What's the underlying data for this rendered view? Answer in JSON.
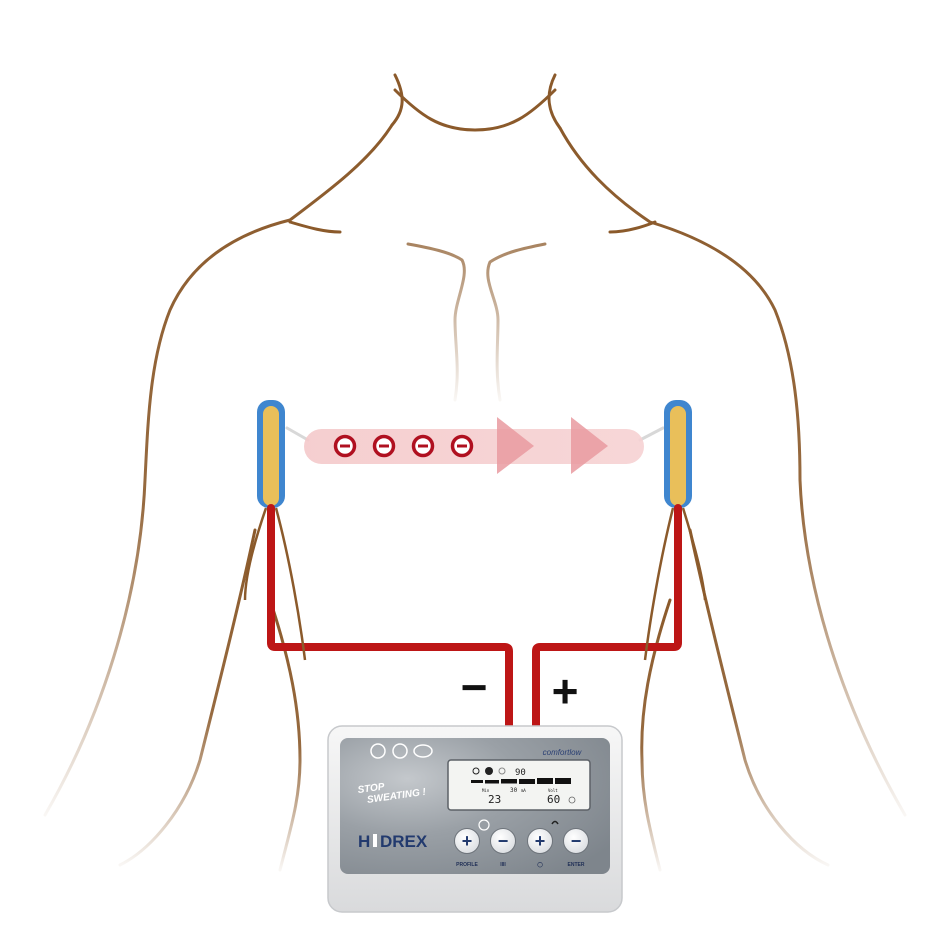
{
  "colors": {
    "body_outline": "#8B5A2B",
    "electrode_fill": "#E9BF5A",
    "electrode_border": "#3F86CF",
    "cable": "#BD1616",
    "ion_band": "#F4C9CA",
    "arrow": "#E99AA0",
    "ion_ring": "#B01020",
    "device_face": "#8E949B",
    "polarity": "#111111"
  },
  "polarity": {
    "negative": "−",
    "positive": "+"
  },
  "device": {
    "brand_prefix": "H",
    "brand_suffix": "DREX",
    "model": "comfortlow",
    "slogan_line1": "STOP",
    "slogan_line2": "SWEATING !",
    "lcd": {
      "top_value": "90",
      "current_label": "30",
      "current_unit": "mA",
      "left_small": "Min",
      "left_value": "23",
      "right_small": "Volt",
      "right_value": "60"
    },
    "buttons": {
      "plus1": "+",
      "minus1": "−",
      "plus2": "+",
      "minus2": "−"
    },
    "button_labels": {
      "profile": "PROFILE",
      "intensity": "IIII",
      "timer": "◯",
      "enter": "ENTER"
    }
  },
  "icons": [
    "hand-icon",
    "foot-icon",
    "armpit-icon",
    "wave-icon",
    "cycle-icon"
  ],
  "ion_count": 4
}
